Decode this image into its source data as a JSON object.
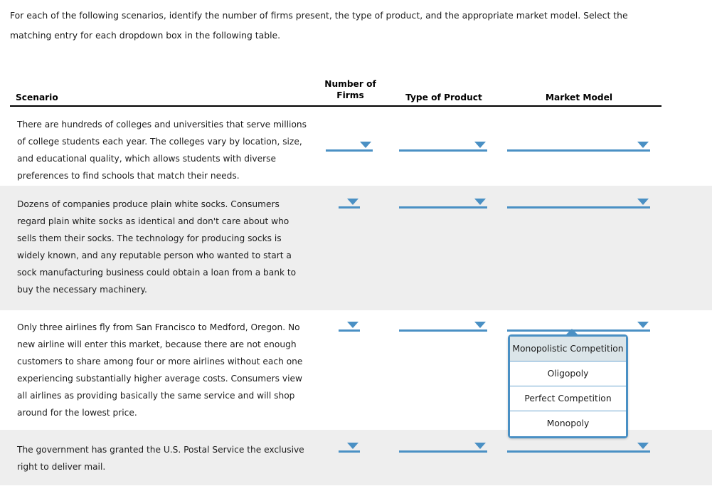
{
  "intro": {
    "text": "For each of the following scenarios, identify the number of firms present, the type of product, and the appropriate market model. Select the matching entry for each dropdown box in the following table."
  },
  "table": {
    "headers": {
      "scenario": "Scenario",
      "number_of_firms_line1": "Number of",
      "number_of_firms_line2": "Firms",
      "type_of_product": "Type of Product",
      "market_model": "Market Model"
    },
    "rows": [
      {
        "scenario": "There are hundreds of colleges and universities that serve millions of college students each year. The colleges vary by location, size, and educational quality, which allows students with diverse preferences to find schools that match their needs.",
        "number_of_firms": "",
        "type_of_product": "",
        "market_model": "",
        "shaded": false
      },
      {
        "scenario": "Dozens of companies produce plain white socks. Consumers regard plain white socks as identical and don't care about who sells them their socks. The technology for producing socks is widely known, and any reputable person who wanted to start a sock manufacturing business could obtain a loan from a bank to buy the necessary machinery.",
        "number_of_firms": "",
        "type_of_product": "",
        "market_model": "",
        "shaded": true
      },
      {
        "scenario": "Only three airlines fly from San Francisco to Medford, Oregon. No new airline will enter this market, because there are not enough customers to share among four or more airlines without each one experiencing substantially higher average costs. Consumers view all airlines as providing basically the same service and will shop around for the lowest price.",
        "number_of_firms": "",
        "type_of_product": "",
        "market_model": "",
        "shaded": false
      },
      {
        "scenario": "The government has granted the U.S. Postal Service the exclusive right to deliver mail.",
        "number_of_firms": "",
        "type_of_product": "",
        "market_model": "",
        "shaded": true
      }
    ]
  },
  "open_dropdown": {
    "owner_row_index": 2,
    "owner_column": "market_model",
    "selected_option": "Monopolistic Competition",
    "options": [
      "Monopolistic Competition",
      "Oligopoly",
      "Perfect Competition",
      "Monopoly"
    ]
  },
  "colors": {
    "accent_blue": "#4a90c4",
    "row_shade": "#eeeeee",
    "option_highlight": "#dbe5e9",
    "rule_black": "#000000",
    "text": "#1c1c1c"
  },
  "icons": {
    "dropdown_arrow": "chevron-down-icon",
    "panel_pointer": "caret-up-icon"
  }
}
